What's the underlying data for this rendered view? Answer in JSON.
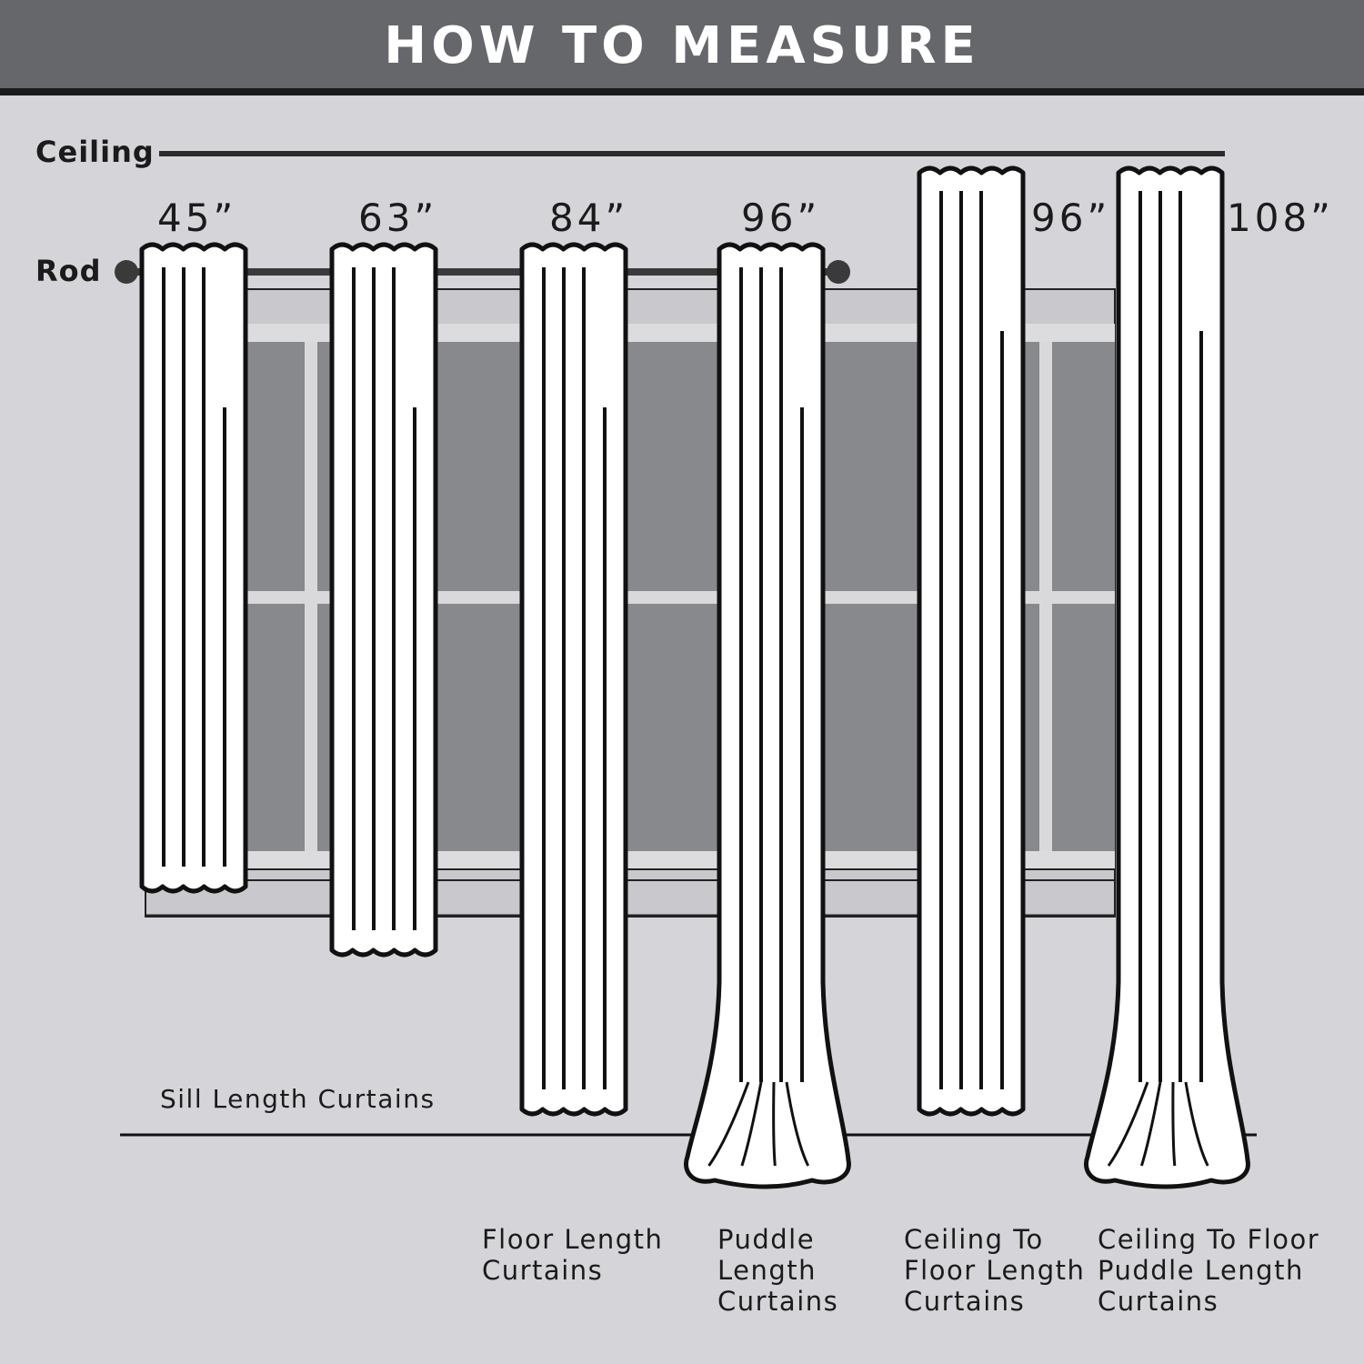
{
  "title": "HOW TO MEASURE",
  "labels": {
    "ceiling": "Ceiling",
    "rod": "Rod",
    "sill": "Sill Length Curtains"
  },
  "curtains": [
    {
      "length": "45”",
      "caption": ""
    },
    {
      "length": "63”",
      "caption": ""
    },
    {
      "length": "84”",
      "caption": "Floor Length\nCurtains"
    },
    {
      "length": "96”",
      "caption": "Puddle\nLength\nCurtains"
    },
    {
      "length": "96”",
      "caption": "Ceiling To\nFloor Length\nCurtains"
    },
    {
      "length": "108”",
      "caption": "Ceiling To Floor\nPuddle Length\nCurtains"
    }
  ],
  "colors": {
    "header": "#66676b",
    "background": "#d5d5d9",
    "glass": "#88898d",
    "frame": "#c9c9cd",
    "curtain": "#ffffff",
    "outline": "#111111"
  }
}
